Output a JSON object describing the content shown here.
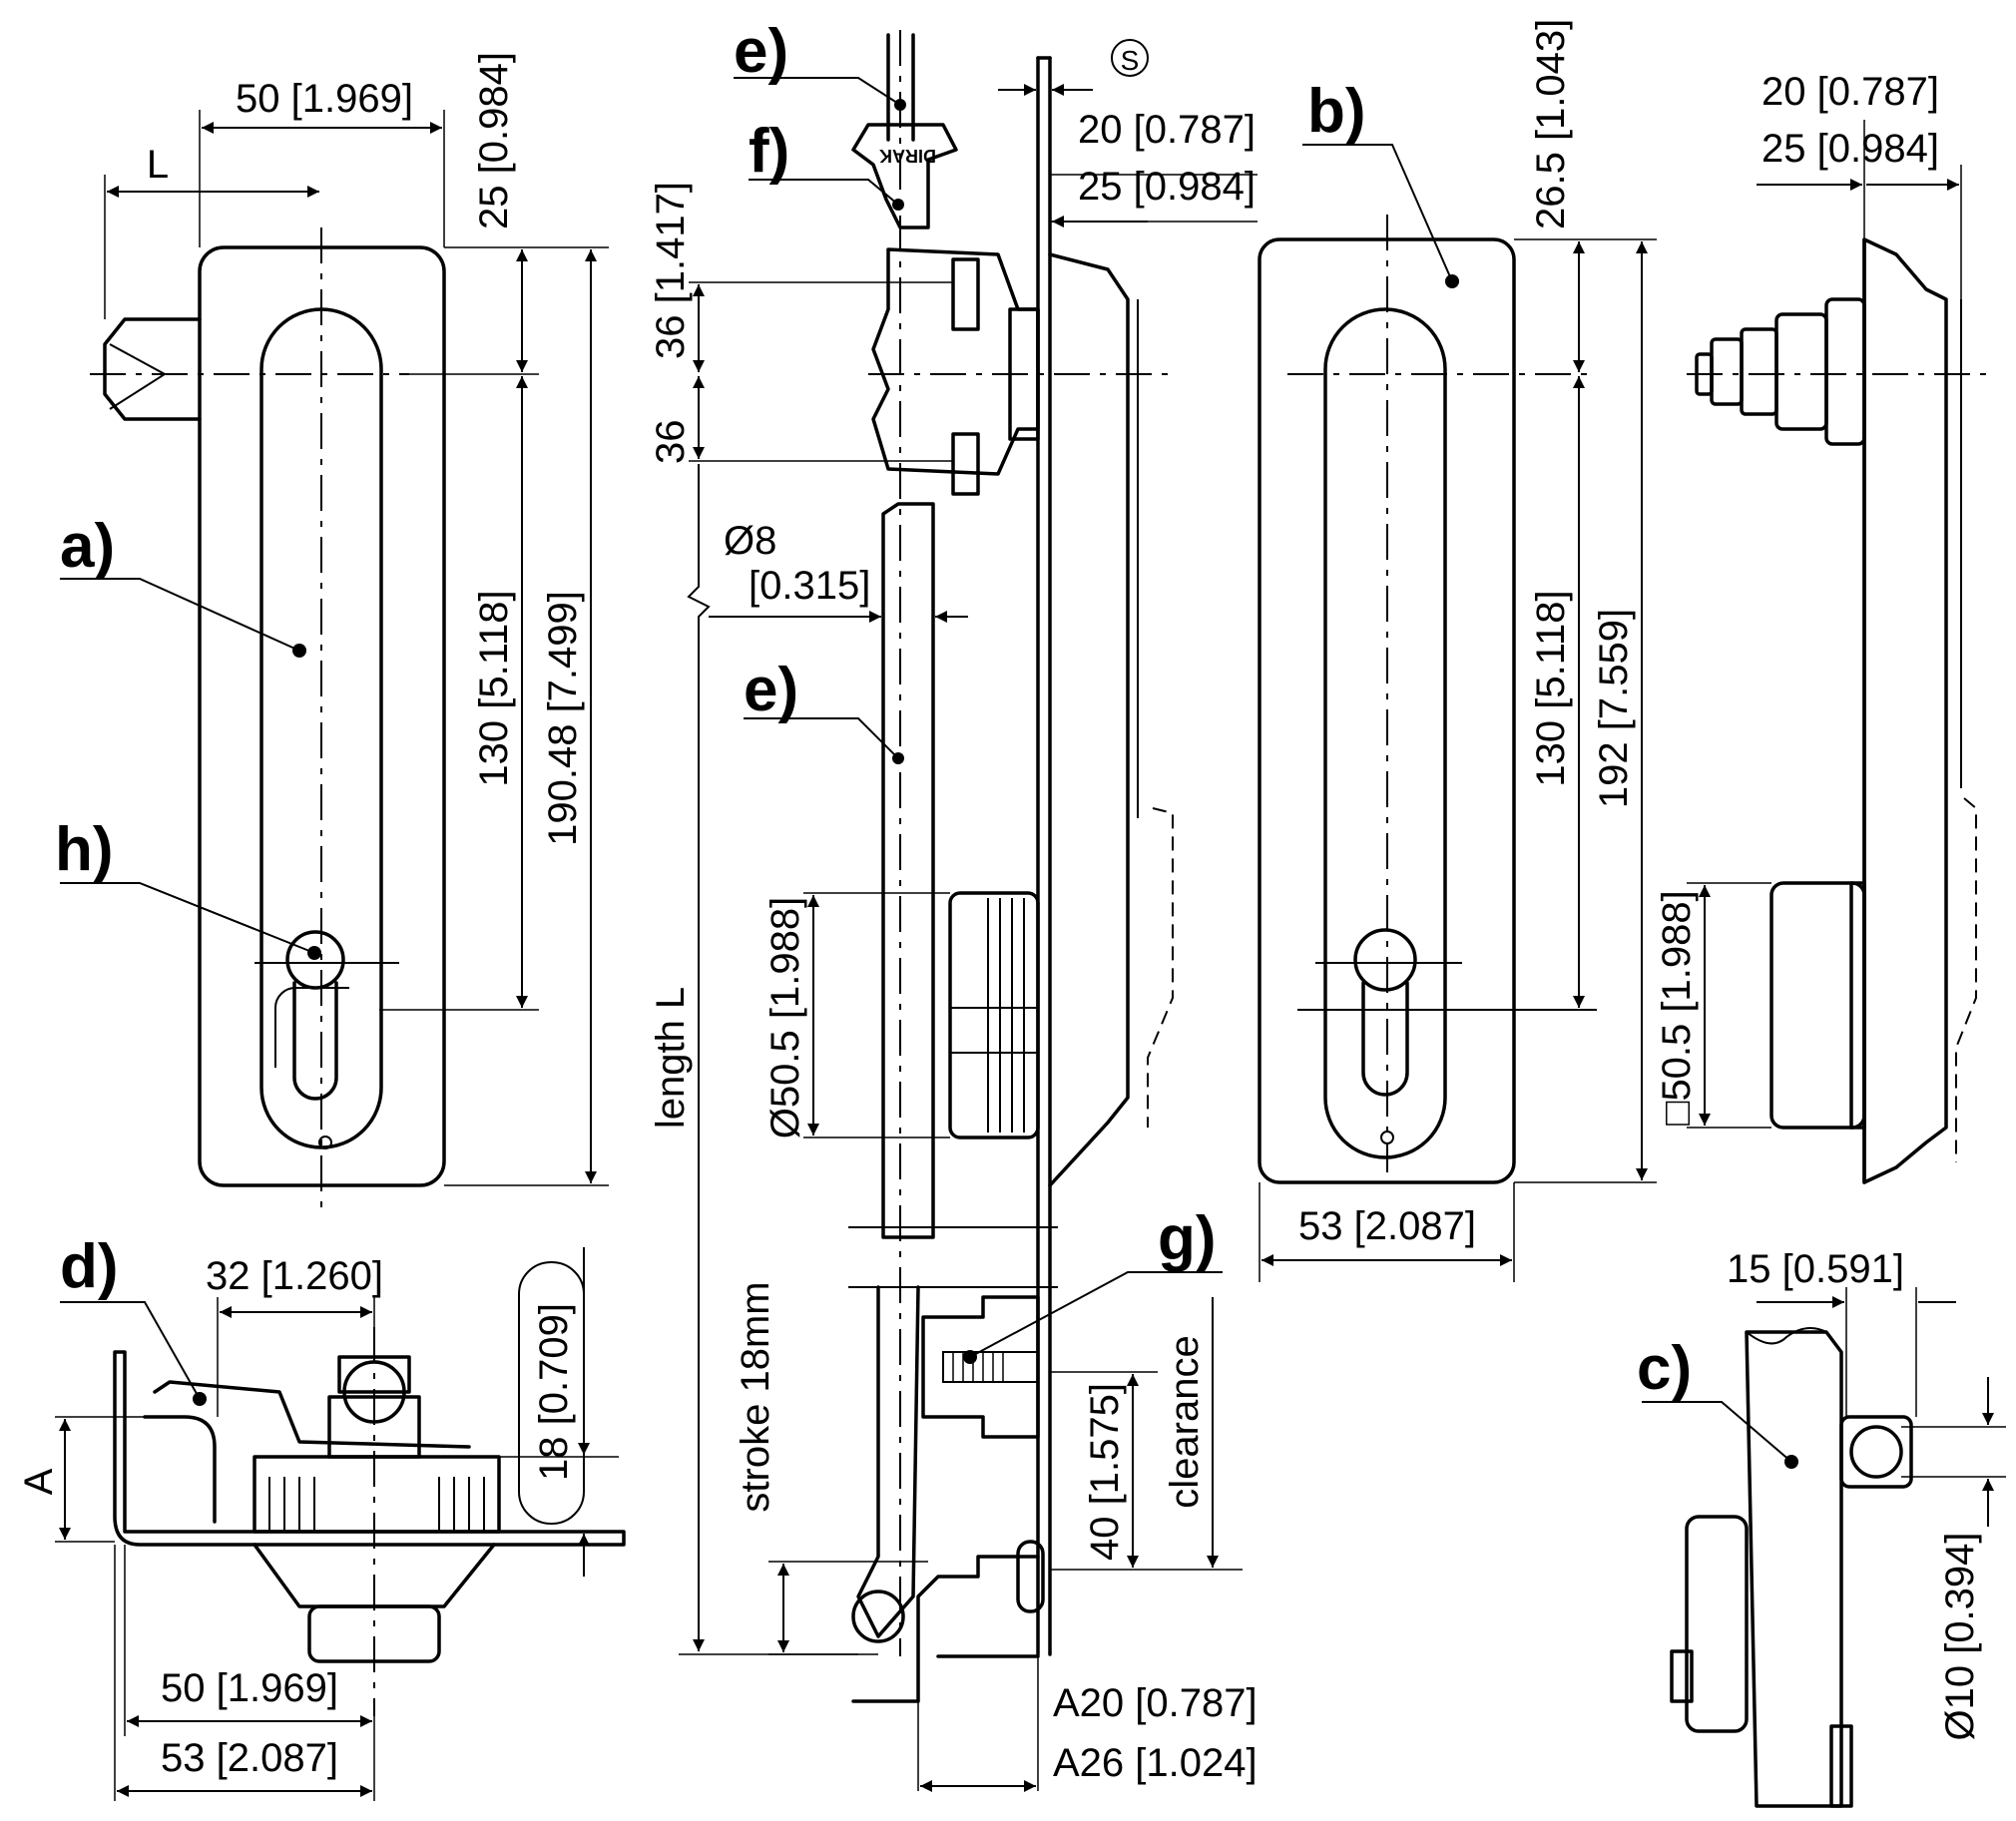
{
  "labels": {
    "a": "a)",
    "b": "b)",
    "c": "c)",
    "d": "d)",
    "e_top": "e)",
    "e_mid": "e)",
    "f": "f)",
    "g": "g)",
    "h": "h)"
  },
  "front_view": {
    "width": "50 [1.969]",
    "L": "L",
    "top": "25 [0.984]",
    "pitch": "130 [5.118]",
    "height": "190.48 [7.499]"
  },
  "side_view": {
    "s_symbol": "S",
    "d20": "20 [0.787]",
    "d25": "25 [0.984]",
    "d36a": "36 [1.417]",
    "d36b": "36",
    "dia8": "Ø8",
    "dia8_in": "[0.315]",
    "length": "length L",
    "cyl": "Ø50.5 [1.988]",
    "stroke": "stroke 18mm",
    "d40": "40 [1.575]",
    "clearance": "clearance",
    "a20": "A20 [0.787]",
    "a26": "A26 [1.024]",
    "brand": "DIRAK"
  },
  "view_b": {
    "top": "26.5 [1.043]",
    "pitch": "130 [5.118]",
    "height": "192 [7.559]",
    "width": "53 [2.087]"
  },
  "view_b_side": {
    "d20": "20 [0.787]",
    "d25": "25 [0.984]",
    "square": "□50.5 [1.988]"
  },
  "view_c": {
    "d15": "15 [0.591]",
    "dia10": "Ø10 [0.394]"
  },
  "view_d": {
    "d32": "32 [1.260]",
    "d18": "18 [0.709]",
    "A": "A",
    "d50": "50 [1.969]",
    "d53": "53 [2.087]"
  }
}
